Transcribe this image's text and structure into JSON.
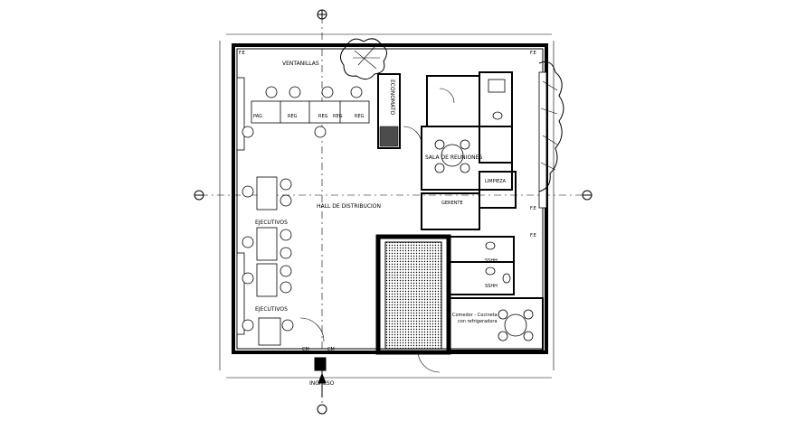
{
  "labels": {
    "ventanillas": "VENTANILLAS",
    "pag": "PAG",
    "reg1": "REG",
    "reg2": "REG",
    "reg3": "REG",
    "reg4": "REG",
    "economato": "ECONOMATO",
    "sala_reuniones": "SALA DE REUNIONES",
    "limpieza": "LIMPIEZA",
    "gerente": "GERENTE",
    "hall": "HALL DE DISTRIBUCION",
    "ejecutivos1": "EJECUTIVOS",
    "ejecutivos2": "EJECUTIVOS",
    "sshh1": "SSHH",
    "sshh2": "SSHH",
    "comedor": "Comedor - Cocineta",
    "comedor2": "con refrigeradora",
    "ingreso": "INGRESO",
    "cm1": "CM",
    "cm2": "CM",
    "fe1": "F.E",
    "fe2": "F.E",
    "fe3": "F.E",
    "fe4": "F.E"
  }
}
